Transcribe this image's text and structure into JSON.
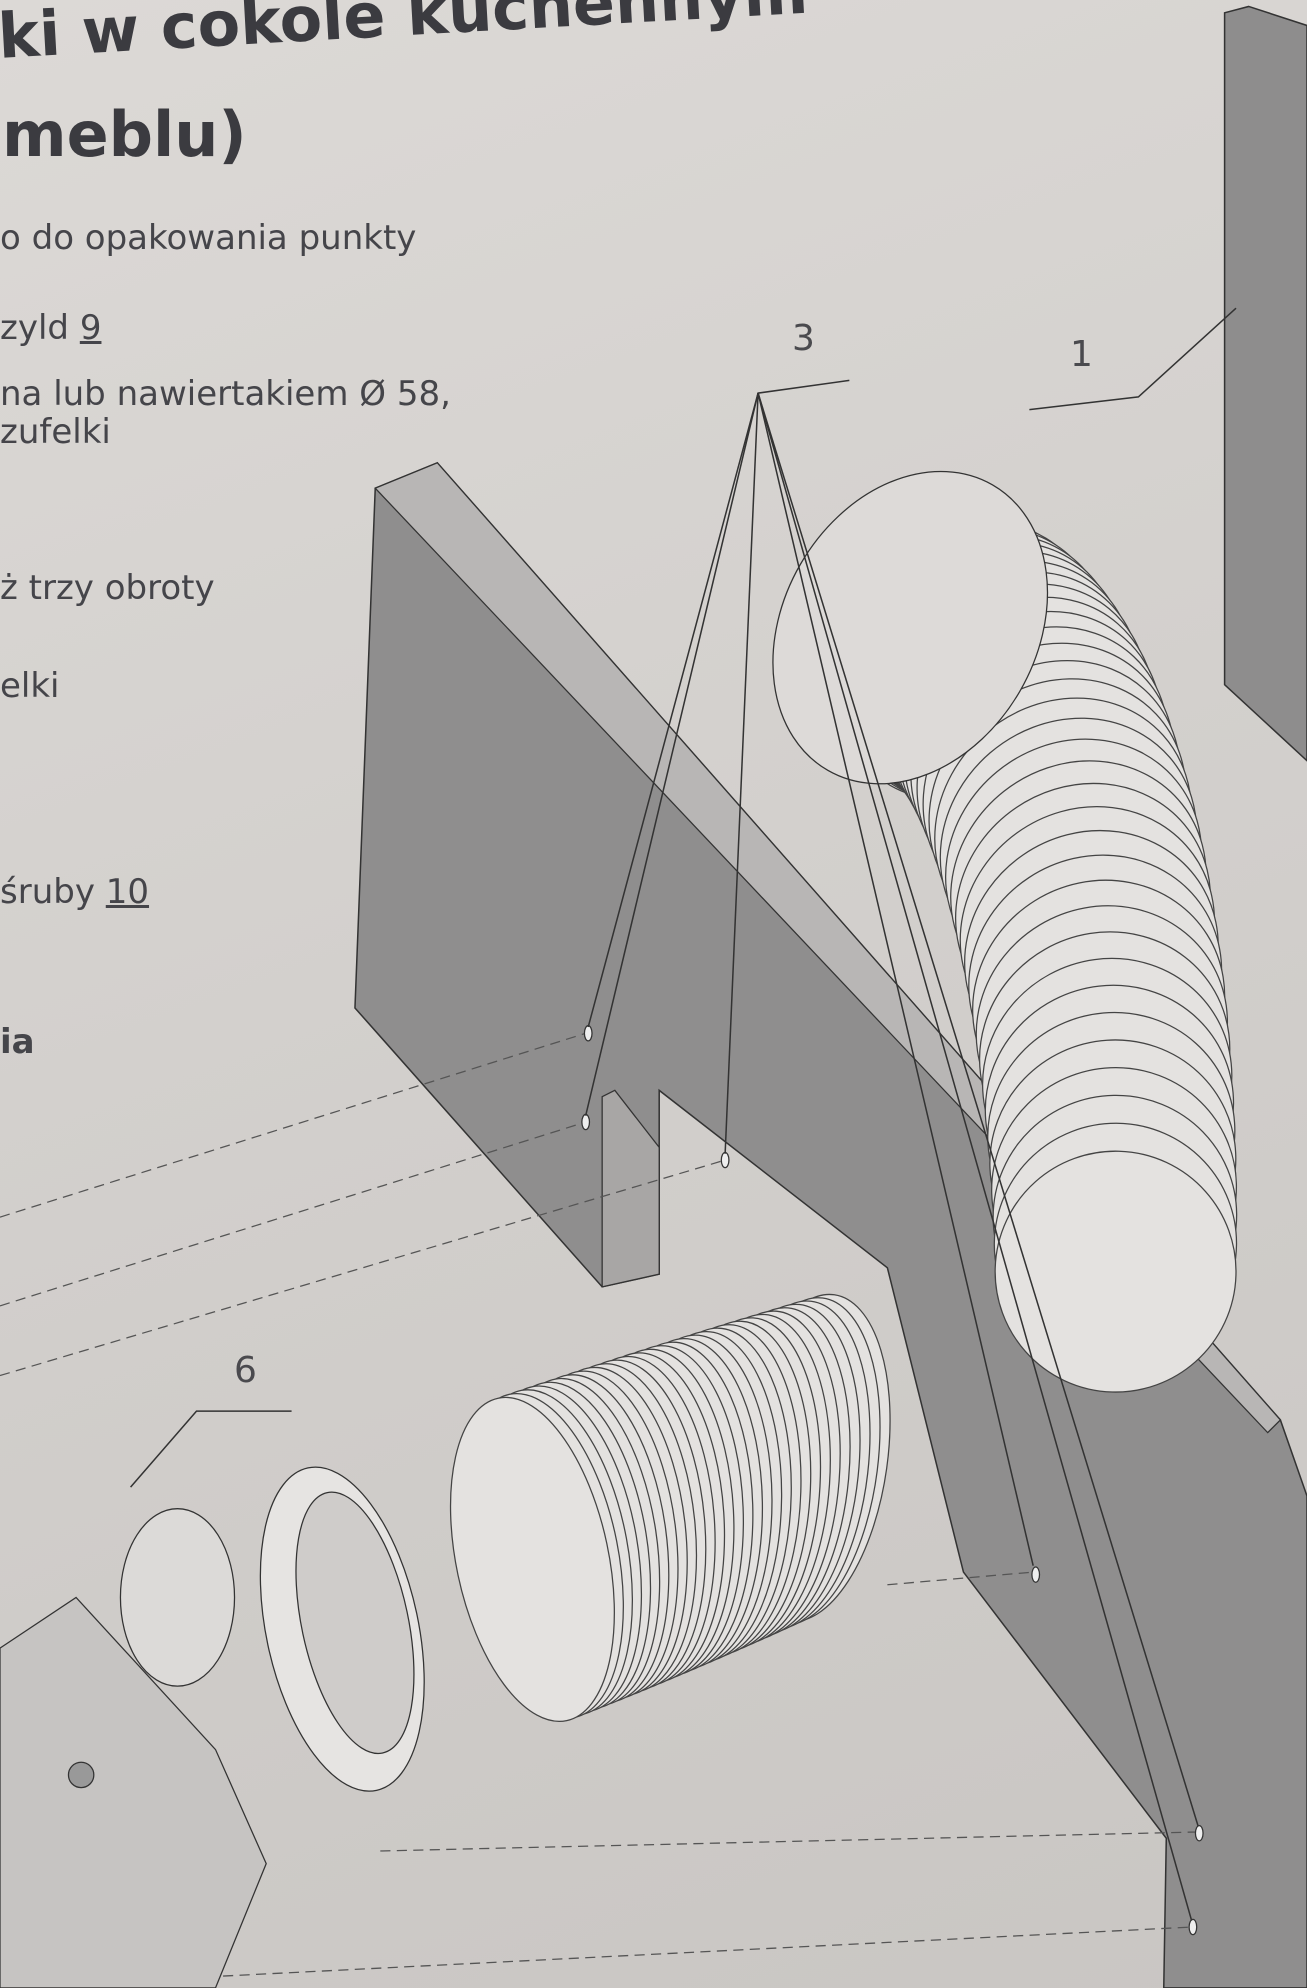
{
  "heading": {
    "line1": "ki w cokole kuchennym",
    "line2": "meblu)"
  },
  "instructions": [
    {
      "text": "o do opakowania punkty"
    },
    {
      "text": "zyld ",
      "ref": "9"
    },
    {
      "text": "na lub nawiertakiem Ø 58,"
    },
    {
      "text": "zufelki"
    },
    {
      "text": "ż trzy obroty"
    },
    {
      "text": "elki"
    },
    {
      "text": "śruby ",
      "ref": "10"
    },
    {
      "text": "ia"
    }
  ],
  "callouts": [
    "3",
    "1",
    "6"
  ],
  "colors": {
    "paper": "#d6d3d0",
    "board": "#8c8b8b",
    "ink": "#3b3b40"
  }
}
